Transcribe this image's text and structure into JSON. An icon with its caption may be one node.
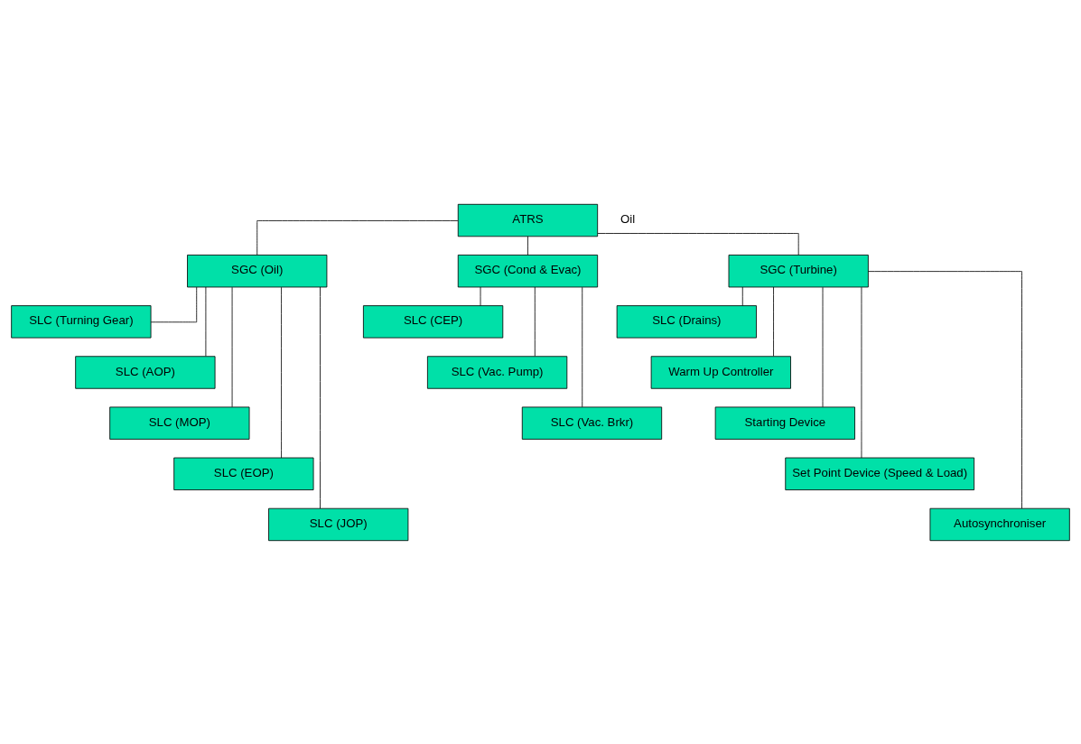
{
  "diagram": {
    "nodes": [
      {
        "text": [
          "ATRS"
        ]
      },
      {
        "text": [
          "SGC (Oil)"
        ]
      },
      {
        "text": [
          "SGC (Cond & Evac)"
        ]
      },
      {
        "text": [
          "SGC (Turbine)"
        ]
      },
      {
        "text": [
          "SLC (Turning Gear)"
        ]
      },
      {
        "text": [
          "SLC (AOP)"
        ]
      },
      {
        "text": [
          "SLC (MOP)"
        ]
      },
      {
        "text": [
          "SLC (EOP)"
        ]
      },
      {
        "text": [
          "SLC (JOP)"
        ]
      },
      {
        "text": [
          "SLC (CEP)"
        ]
      },
      {
        "text": [
          "SLC (Vac. Pump)"
        ]
      },
      {
        "text": [
          "SLC (Vac. Brkr)"
        ]
      },
      {
        "text": [
          "SLC (Drains)"
        ]
      },
      {
        "text": [
          "Warm Up Controller"
        ]
      },
      {
        "text": [
          "Starting Device"
        ]
      },
      {
        "text": [
          "Set Point Device (Speed & Load)"
        ]
      },
      {
        "text": [
          "Autosynchroniser"
        ]
      }
    ],
    "edges": [
      {
        "from": 0,
        "to": 1,
        "arrow": "none"
      },
      {
        "from": 0,
        "to": 2,
        "arrow": "none"
      },
      {
        "from": 0,
        "to": 3,
        "arrow": "none"
      },
      {
        "from": 1,
        "to": 4,
        "arrow": "none"
      },
      {
        "from": 1,
        "to": 5,
        "arrow": "none"
      },
      {
        "from": 1,
        "to": 6,
        "arrow": "none"
      },
      {
        "from": 1,
        "to": 7,
        "arrow": "none"
      },
      {
        "from": 1,
        "to": 8,
        "arrow": "none"
      },
      {
        "from": 2,
        "to": 9,
        "arrow": "none"
      },
      {
        "from": 2,
        "to": 10,
        "arrow": "none"
      },
      {
        "from": 2,
        "to": 11,
        "arrow": "none"
      },
      {
        "from": 3,
        "to": 12,
        "arrow": "none"
      },
      {
        "from": 3,
        "to": 13,
        "arrow": "none"
      },
      {
        "from": 3,
        "to": 14,
        "arrow": "none"
      },
      {
        "from": 3,
        "to": 15,
        "arrow": "none"
      },
      {
        "from": 3,
        "to": 16,
        "arrow": "none"
      }
    ],
    "labels": [
      "Oil"
    ]
  }
}
